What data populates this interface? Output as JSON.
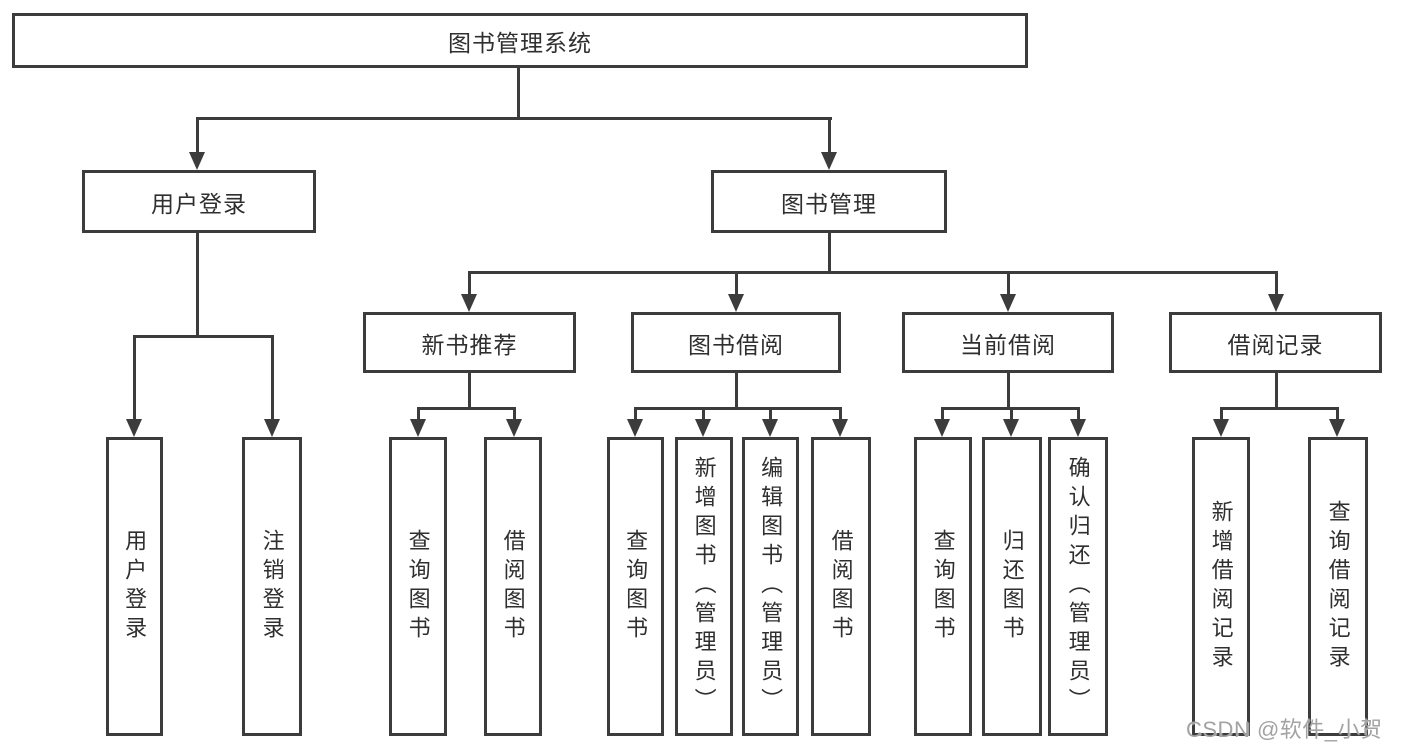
{
  "watermark": "CSDN @软件_小贺同学",
  "colors": {
    "line": "#3c3c3c",
    "text": "#2f2f2f",
    "watermark": "#a3a3a3",
    "background": "#ffffff"
  },
  "tree": {
    "label": "图书管理系统",
    "children": [
      {
        "label": "用户登录",
        "children": [
          {
            "label": "用户登录"
          },
          {
            "label": "注销登录"
          }
        ]
      },
      {
        "label": "图书管理",
        "children": [
          {
            "label": "新书推荐",
            "children": [
              {
                "label": "查询图书"
              },
              {
                "label": "借阅图书"
              }
            ]
          },
          {
            "label": "图书借阅",
            "children": [
              {
                "label": "查询图书"
              },
              {
                "label": "新增图书（管理员）"
              },
              {
                "label": "编辑图书（管理员）"
              },
              {
                "label": "借阅图书"
              }
            ]
          },
          {
            "label": "当前借阅",
            "children": [
              {
                "label": "查询图书"
              },
              {
                "label": "归还图书"
              },
              {
                "label": "确认归还（管理员）"
              }
            ]
          },
          {
            "label": "借阅记录",
            "children": [
              {
                "label": "新增借阅记录"
              },
              {
                "label": "查询借阅记录"
              }
            ]
          }
        ]
      }
    ]
  }
}
